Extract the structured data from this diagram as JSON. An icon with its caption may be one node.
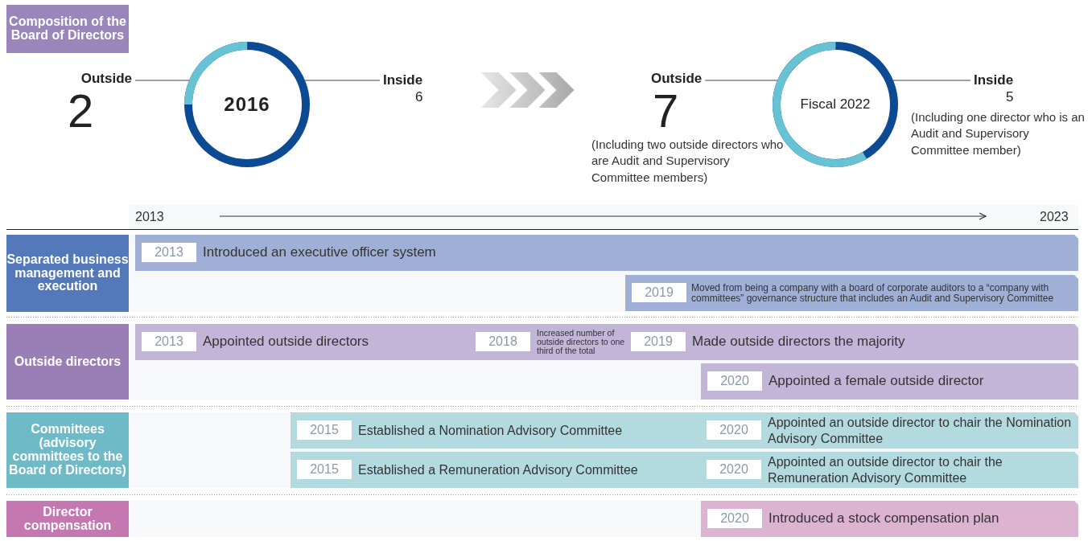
{
  "diagram": {
    "nodes": [
      {
        "text": [
          "Composition of the Board of Directors"
        ]
      },
      {
        "text": [
          "Outside",
          "2"
        ]
      },
      {
        "text": [
          "2016"
        ]
      },
      {
        "text": [
          "Inside",
          "6"
        ]
      },
      {
        "text": [
          "Outside",
          "7"
        ],
        "beside": [
          "(Including two outside directors who are Audit and Supervisory Committee members)"
        ]
      },
      {
        "text": [
          "Fiscal 2022"
        ]
      },
      {
        "text": [
          "Inside",
          "5"
        ],
        "beside": [
          "(Including one director who is an Audit and Supervisory Committee member)"
        ]
      },
      {
        "text": [
          "Separated business management and execution"
        ]
      },
      {
        "text": [
          "2013",
          "Introduced an executive officer system"
        ]
      },
      {
        "text": [
          "2019",
          "Moved from being a company with a board of corporate auditors to a “company with committees” governance structure that includes an Audit and Supervisory Committee"
        ]
      },
      {
        "text": [
          "Outside directors"
        ]
      },
      {
        "text": [
          "2013",
          "Appointed outside directors",
          "2018",
          "Increased number of outside directors to one third of the total",
          "2019",
          "Made outside directors the majority"
        ]
      },
      {
        "text": [
          "2020",
          "Appointed a female outside director"
        ]
      },
      {
        "text": [
          "Committees (advisory committees to the Board of Directors)"
        ]
      },
      {
        "text": [
          "2015",
          "Established a Nomination Advisory Committee",
          "2020",
          "Appointed an outside director to chair the Nomination Advisory Committee"
        ]
      },
      {
        "text": [
          "2015",
          "Established a Remuneration Advisory Committee",
          "2020",
          "Appointed an outside director to chair the Remuneration Advisory Committee"
        ]
      },
      {
        "text": [
          "Director compensation"
        ]
      },
      {
        "text": [
          "2020",
          "Introduced a stock compensation plan"
        ]
      }
    ],
    "edges": [
      {
        "from": 1,
        "to": 2,
        "arrow": "none"
      },
      {
        "from": 3,
        "to": 2,
        "arrow": "none"
      },
      {
        "from": 3,
        "to": 4,
        "arrow": "to"
      },
      {
        "from": 4,
        "to": 5,
        "arrow": "none"
      },
      {
        "from": 6,
        "to": 5,
        "arrow": "none"
      }
    ],
    "labels": [
      "2013",
      "2023"
    ]
  }
}
